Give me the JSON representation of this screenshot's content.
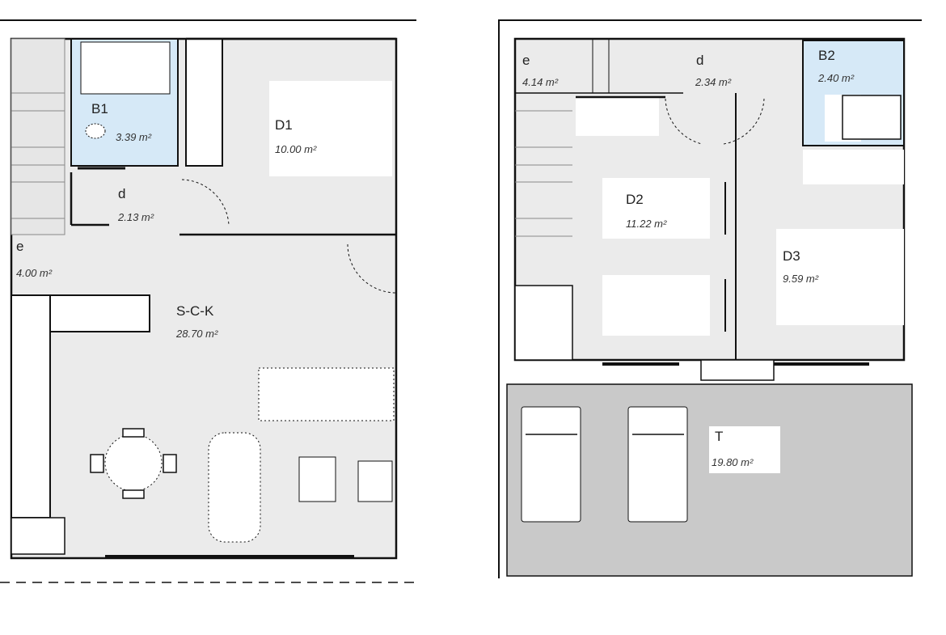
{
  "colors": {
    "floor": "#ebebeb",
    "bath": "#d6e9f7",
    "terrace": "#c9c9c9",
    "wall": "#111111",
    "furniture": "#ffffff"
  },
  "ground_floor": {
    "rooms": [
      {
        "name": "B1",
        "area": "3.39 m²"
      },
      {
        "name": "D1",
        "area": "10.00 m²"
      },
      {
        "name": "d",
        "area": "2.13 m²"
      },
      {
        "name": "e",
        "area": "4.00 m²"
      },
      {
        "name": "S-C-K",
        "area": "28.70 m²"
      }
    ]
  },
  "upper_floor": {
    "rooms": [
      {
        "name": "e",
        "area": "4.14 m²"
      },
      {
        "name": "d",
        "area": "2.34 m²"
      },
      {
        "name": "B2",
        "area": "2.40 m²"
      },
      {
        "name": "D2",
        "area": "11.22 m²"
      },
      {
        "name": "D3",
        "area": "9.59 m²"
      },
      {
        "name": "T",
        "area": "19.80 m²"
      }
    ]
  }
}
